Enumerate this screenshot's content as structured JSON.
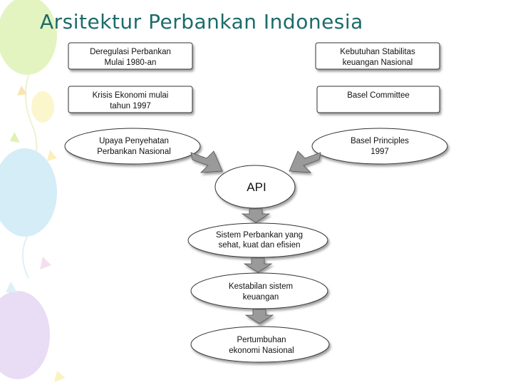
{
  "slide": {
    "title": "Arsitektur Perbankan Indonesia"
  },
  "diagram": {
    "left_column": {
      "box1": [
        "Deregulasi Perbankan",
        "Mulai 1980-an"
      ],
      "box2": [
        "Krisis Ekonomi mulai",
        "tahun 1997"
      ],
      "ellipse": [
        "Upaya Penyehatan",
        "Perbankan Nasional"
      ]
    },
    "right_column": {
      "box1": [
        "Kebutuhan Stabilitas",
        "keuangan Nasional"
      ],
      "box2": [
        "Basel Committee"
      ],
      "ellipse": [
        "Basel Principles",
        "1997"
      ]
    },
    "center": {
      "api": "API",
      "step1": [
        "Sistem Perbankan yang",
        "sehat, kuat dan efisien"
      ],
      "step2": [
        "Kestabilan sistem",
        "keuangan"
      ],
      "step3": [
        "Pertumbuhan",
        "ekonomi Nasional"
      ]
    }
  },
  "colors": {
    "title": "#1c6b6b",
    "arrow_fill": "#9a9a9a",
    "balloon_green": "#d7f0a8",
    "balloon_blue": "#bfe6f4",
    "balloon_purple": "#ddc9f0",
    "balloon_yellow": "#fbf3b0"
  }
}
